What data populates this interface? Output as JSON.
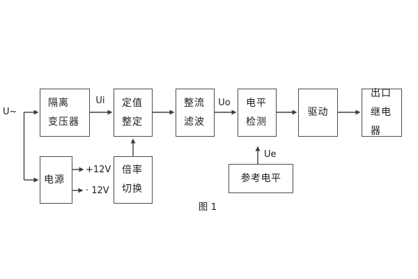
{
  "diagram": {
    "caption": "图 1",
    "input_label": "U~",
    "signals": {
      "ui": "Ui",
      "uo": "Uo",
      "ue": "Ue"
    },
    "power_rails": {
      "positive": "+12V",
      "negative": "· 12V"
    },
    "blocks": {
      "isolation_transformer": {
        "line1": "隔离",
        "line2": "变压器"
      },
      "setpoint_setting": {
        "line1": "定值",
        "line2": "整定"
      },
      "rectifier_filter": {
        "line1": "整流",
        "line2": "滤波"
      },
      "level_detection": {
        "line1": "电平",
        "line2": "检测"
      },
      "drive": {
        "label": "驱动"
      },
      "output_relay": {
        "line1": "出口",
        "line2": "继电器"
      },
      "power_supply": {
        "label": "电源"
      },
      "ratio_switch": {
        "line1": "倍率",
        "line2": "切换"
      },
      "reference_level": {
        "label": "参考电平"
      }
    },
    "colors": {
      "background": "#ffffff",
      "line": "#3f3f3f",
      "text": "#1c1c1c"
    }
  }
}
